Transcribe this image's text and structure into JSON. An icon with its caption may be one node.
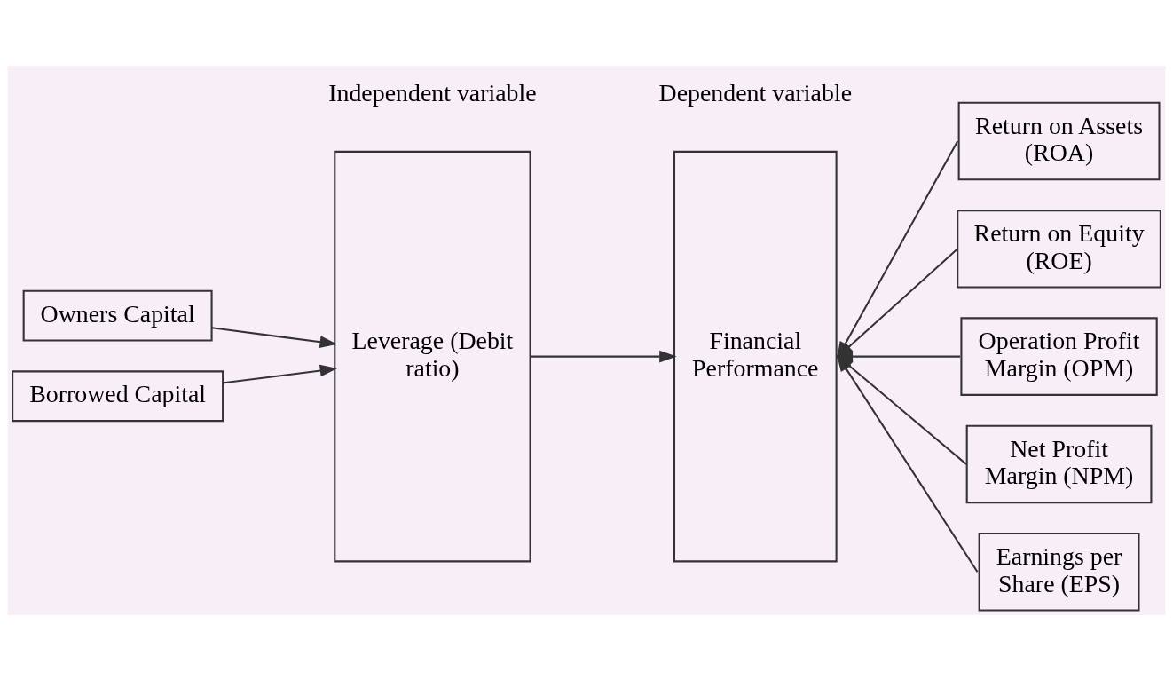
{
  "diagram": {
    "nodes": [
      {
        "text": [
          "Owners Capital"
        ]
      },
      {
        "text": [
          "Borrowed Capital"
        ]
      },
      {
        "text": [
          "Leverage (Debit ratio)"
        ]
      },
      {
        "text": [
          "Financial Performance"
        ]
      },
      {
        "text": [
          "Return on Assets (ROA)"
        ]
      },
      {
        "text": [
          "Return on Equity (ROE)"
        ]
      },
      {
        "text": [
          "Operation Profit Margin (OPM)"
        ]
      },
      {
        "text": [
          "Net Profit Margin (NPM)"
        ]
      },
      {
        "text": [
          "Earnings per Share (EPS)"
        ]
      }
    ],
    "edges": [
      {
        "from": 0,
        "to": 2,
        "arrow": "to"
      },
      {
        "from": 1,
        "to": 2,
        "arrow": "to"
      },
      {
        "from": 2,
        "to": 3,
        "arrow": "to"
      },
      {
        "from": 4,
        "to": 3,
        "arrow": "to"
      },
      {
        "from": 5,
        "to": 3,
        "arrow": "to"
      },
      {
        "from": 6,
        "to": 3,
        "arrow": "to"
      },
      {
        "from": 7,
        "to": 3,
        "arrow": "to"
      },
      {
        "from": 8,
        "to": 3,
        "arrow": "to"
      }
    ],
    "labels": [
      "Independent variable",
      "Dependent variable"
    ]
  }
}
